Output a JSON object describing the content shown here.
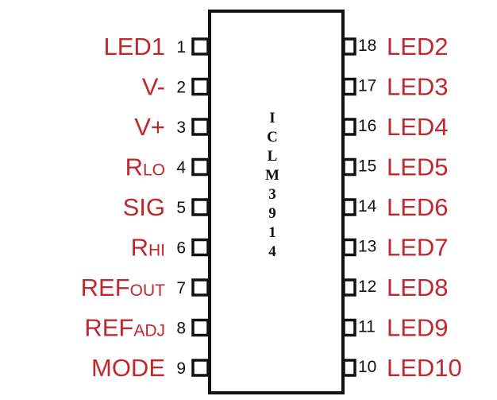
{
  "colors": {
    "label": "#c0282d",
    "number": "#111111",
    "outline": "#111111",
    "background": "#ffffff"
  },
  "chip": {
    "name_chars": [
      "I",
      "C",
      "L",
      "M",
      "3",
      "9",
      "1",
      "4"
    ]
  },
  "left_pins": [
    {
      "number": "1",
      "label_main": "LED1",
      "label_sub": ""
    },
    {
      "number": "2",
      "label_main": "V-",
      "label_sub": ""
    },
    {
      "number": "3",
      "label_main": "V+",
      "label_sub": ""
    },
    {
      "number": "4",
      "label_main": "R",
      "label_sub": "LO"
    },
    {
      "number": "5",
      "label_main": "SIG",
      "label_sub": ""
    },
    {
      "number": "6",
      "label_main": "R",
      "label_sub": "HI"
    },
    {
      "number": "7",
      "label_main": "REF",
      "label_sub": "OUT"
    },
    {
      "number": "8",
      "label_main": "REF",
      "label_sub": "ADJ"
    },
    {
      "number": "9",
      "label_main": "MODE",
      "label_sub": ""
    }
  ],
  "right_pins": [
    {
      "number": "18",
      "label": "LED2"
    },
    {
      "number": "17",
      "label": "LED3"
    },
    {
      "number": "16",
      "label": "LED4"
    },
    {
      "number": "15",
      "label": "LED5"
    },
    {
      "number": "14",
      "label": "LED6"
    },
    {
      "number": "13",
      "label": "LED7"
    },
    {
      "number": "12",
      "label": "LED8"
    },
    {
      "number": "11",
      "label": "LED9"
    },
    {
      "number": "10",
      "label": "LED10"
    }
  ]
}
